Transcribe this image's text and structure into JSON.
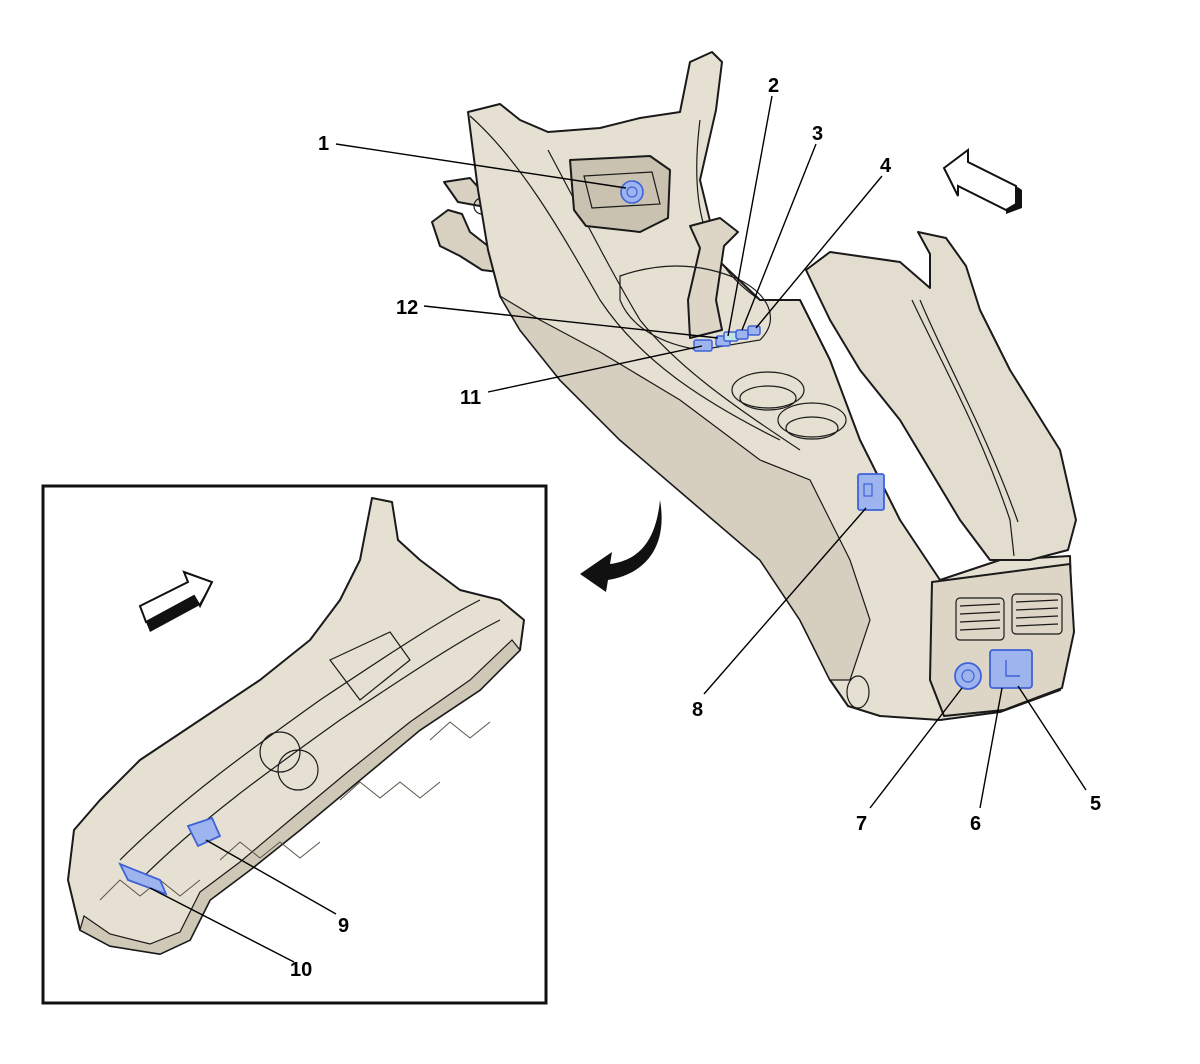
{
  "colors": {
    "console_fill": "#e6e0d2",
    "console_shade": "#cfc8b6",
    "console_dark": "#a9a292",
    "highlight_fill": "#9db4ee",
    "highlight_stroke": "#3f62d8",
    "line": "#1a1a1a",
    "inset_border": "#111111"
  },
  "icons": {
    "front_arrow_main": "front-direction-arrow-icon",
    "front_arrow_inset": "front-direction-arrow-icon",
    "view_arrow": "curved-arrow-icon"
  },
  "callouts": [
    {
      "id": "1",
      "text": "1"
    },
    {
      "id": "2",
      "text": "2"
    },
    {
      "id": "3",
      "text": "3"
    },
    {
      "id": "4",
      "text": "4"
    },
    {
      "id": "5",
      "text": "5"
    },
    {
      "id": "6",
      "text": "6"
    },
    {
      "id": "7",
      "text": "7"
    },
    {
      "id": "8",
      "text": "8"
    },
    {
      "id": "9",
      "text": "9"
    },
    {
      "id": "10",
      "text": "10"
    },
    {
      "id": "11",
      "text": "11"
    },
    {
      "id": "12",
      "text": "12"
    }
  ]
}
